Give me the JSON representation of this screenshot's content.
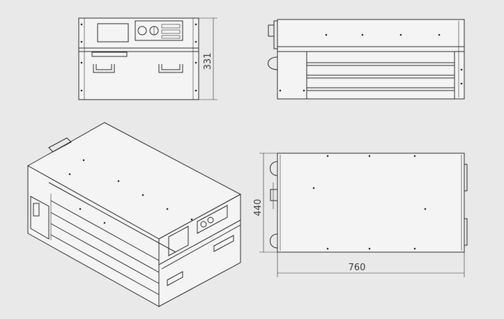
{
  "drawing": {
    "views": [
      "front-view",
      "side-view",
      "isometric-view",
      "top-view"
    ],
    "dimensions": {
      "height": "331",
      "width": "440",
      "depth": "760"
    },
    "colors": {
      "background": "#e9e9e9",
      "line": "#2b2b2b"
    }
  }
}
